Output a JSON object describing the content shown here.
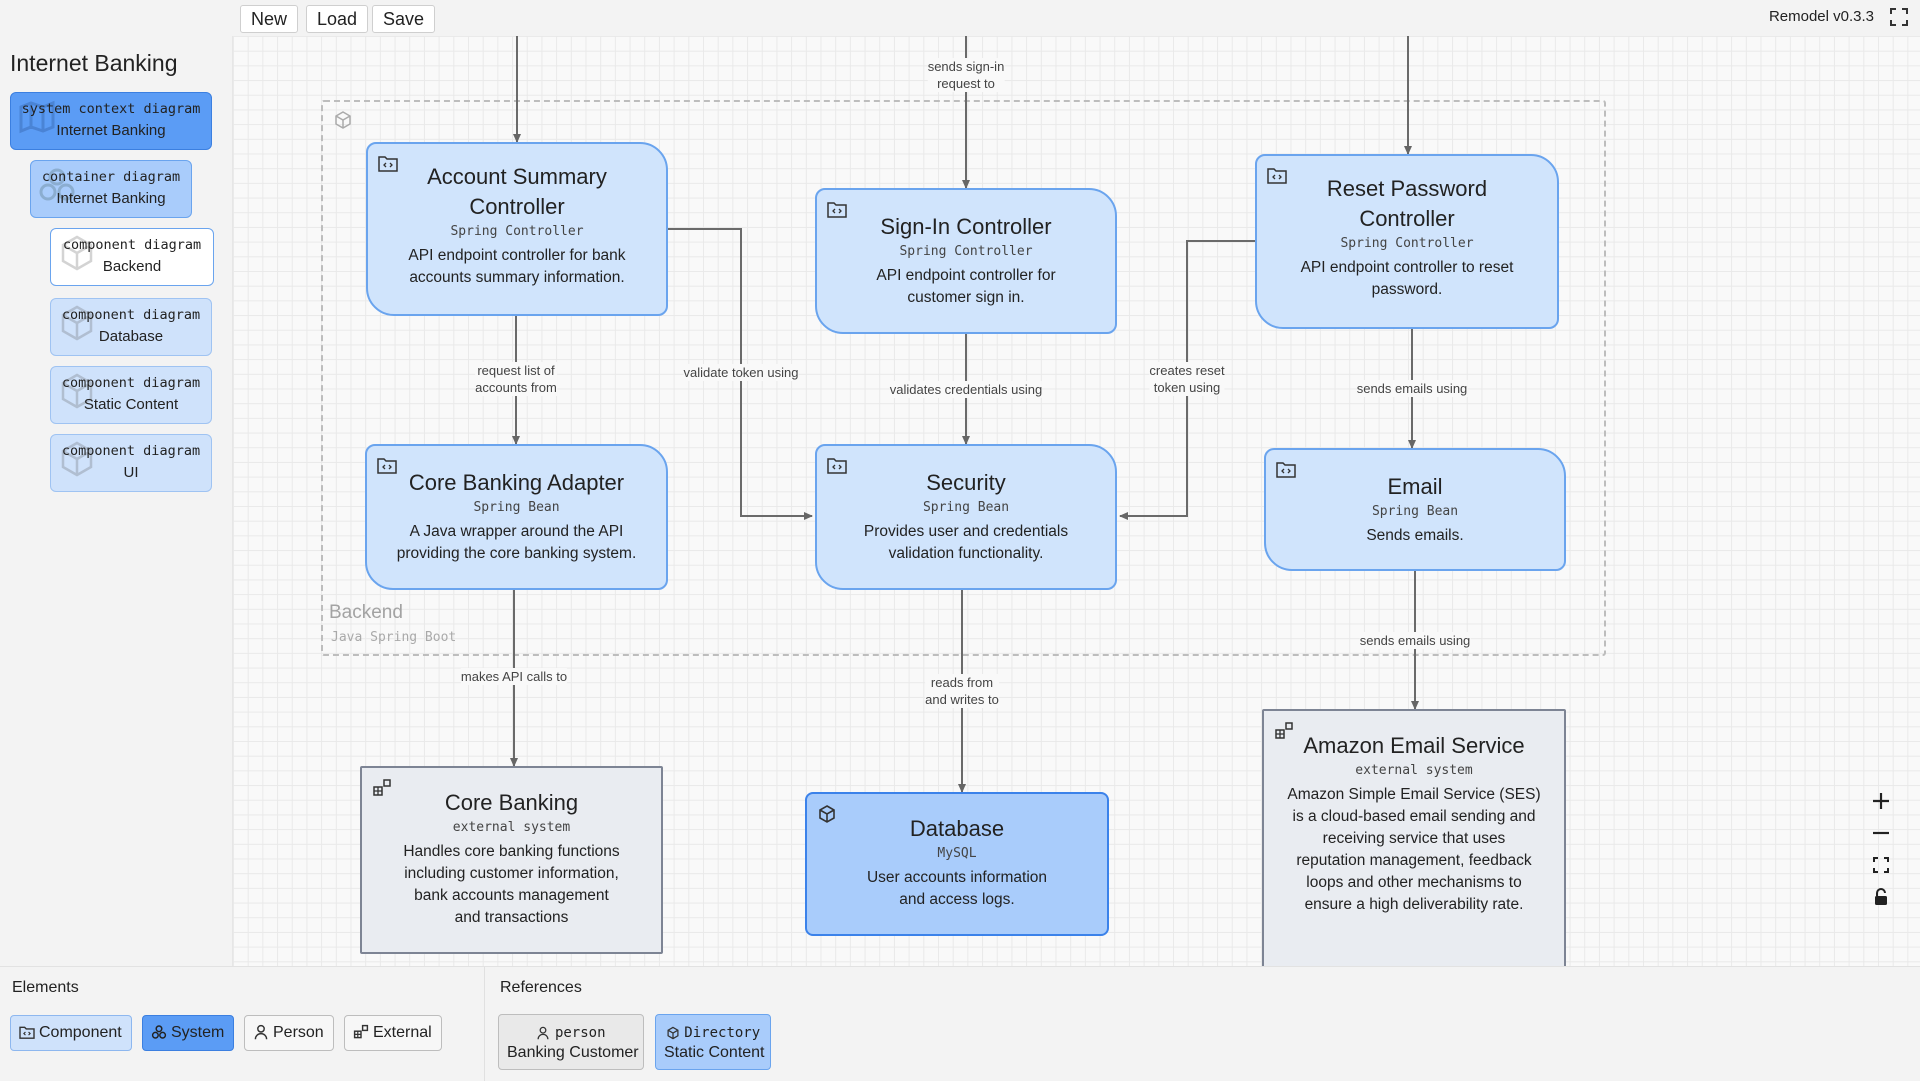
{
  "toolbar": {
    "new_label": "New",
    "load_label": "Load",
    "save_label": "Save",
    "version": "Remodel v0.3.3"
  },
  "sidebar": {
    "title": "Internet Banking",
    "items": [
      {
        "type": "system context diagram",
        "name": "Internet Banking"
      },
      {
        "type": "container diagram",
        "name": "Internet Banking"
      },
      {
        "type": "component diagram",
        "name": "Backend"
      },
      {
        "type": "component diagram",
        "name": "Database"
      },
      {
        "type": "component diagram",
        "name": "Static Content"
      },
      {
        "type": "component diagram",
        "name": "UI"
      }
    ]
  },
  "boundary": {
    "name": "Backend",
    "technology": "Java Spring Boot"
  },
  "nodes": {
    "account_summary": {
      "title_line1": "Account Summary",
      "title_line2": "Controller",
      "technology": "Spring Controller",
      "desc_line1": "API endpoint controller for bank",
      "desc_line2": "accounts summary information."
    },
    "sign_in": {
      "title": "Sign-In Controller",
      "technology": "Spring Controller",
      "desc_line1": "API endpoint controller for",
      "desc_line2": "customer sign in."
    },
    "reset_password": {
      "title_line1": "Reset Password",
      "title_line2": "Controller",
      "technology": "Spring Controller",
      "desc_line1": "API endpoint controller to reset",
      "desc_line2": "password."
    },
    "core_banking_adapter": {
      "title": "Core Banking Adapter",
      "technology": "Spring Bean",
      "desc_line1": "A Java wrapper around the API",
      "desc_line2": "providing the core banking system."
    },
    "security": {
      "title": "Security",
      "technology": "Spring Bean",
      "desc_line1": "Provides user and credentials",
      "desc_line2": "validation functionality."
    },
    "email": {
      "title": "Email",
      "technology": "Spring Bean",
      "desc_line1": "Sends emails."
    },
    "core_banking": {
      "title": "Core Banking",
      "technology": "external system",
      "desc_line1": "Handles core banking functions",
      "desc_line2": "including customer information,",
      "desc_line3": "bank accounts management",
      "desc_line4": "and transactions"
    },
    "database": {
      "title": "Database",
      "technology": "MySQL",
      "desc_line1": "User accounts information",
      "desc_line2": "and access logs."
    },
    "amazon_ses": {
      "title": "Amazon Email Service",
      "technology": "external system",
      "desc_line1": "Amazon Simple Email Service (SES)",
      "desc_line2": "is a cloud-based email sending and",
      "desc_line3": "receiving service that uses",
      "desc_line4": "reputation management, feedback",
      "desc_line5": "loops and other mechanisms to",
      "desc_line6": "ensure a high deliverability rate."
    }
  },
  "edges": {
    "sign_in_request_1": "sends sign-in",
    "sign_in_request_2": "request to",
    "request_accounts_1": "request list of",
    "request_accounts_2": "accounts from",
    "validate_token": "validate token using",
    "validates_credentials": "validates credentials using",
    "creates_token_1": "creates reset",
    "creates_token_2": "token using",
    "sends_emails_1": "sends emails using",
    "sends_emails_2": "sends emails using",
    "api_calls": "makes API calls to",
    "reads_writes_1": "reads from",
    "reads_writes_2": "and writes to"
  },
  "elements_panel": {
    "title": "Elements",
    "buttons": [
      "Component",
      "System",
      "Person",
      "External"
    ]
  },
  "references_panel": {
    "title": "References",
    "items": [
      {
        "type": "person",
        "name": "Banking Customer"
      },
      {
        "type": "Directory",
        "name": "Static Content"
      }
    ]
  },
  "colors": {
    "component_fill": "#d0e4fc",
    "component_border": "#6aa4ee",
    "database_fill": "#a9ccfb",
    "database_border": "#3b82ea",
    "external_fill": "#e9ecf1",
    "external_border": "#7d8494",
    "selected_button": "#5b9cf5",
    "edge": "#666666"
  },
  "icons": [
    "fullscreen-icon",
    "folder-code-icon",
    "apps-icon",
    "cube-icon",
    "plus-icon",
    "minus-icon",
    "fit-view-icon",
    "lock-icon",
    "person-icon",
    "system-icon"
  ]
}
